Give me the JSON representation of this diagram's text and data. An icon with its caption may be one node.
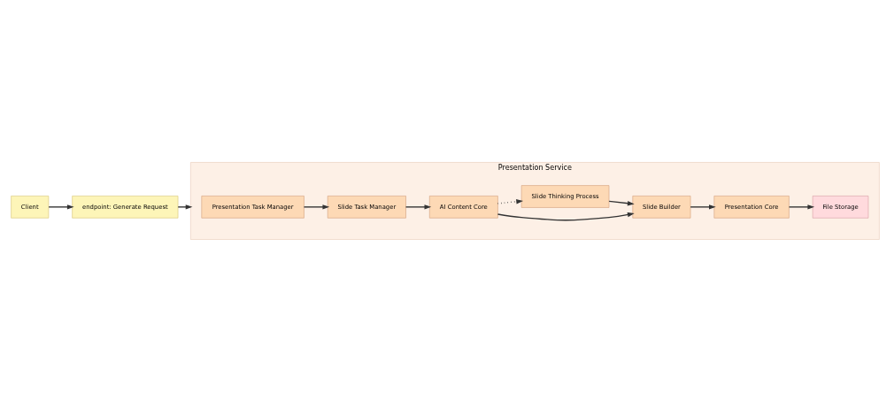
{
  "diagram": {
    "nodes": [
      {
        "text": [
          "Client"
        ]
      },
      {
        "text": [
          "endpoint: Generate Request"
        ]
      },
      {
        "text": [
          "Presentation Service"
        ]
      },
      {
        "text": [
          "Presentation Task Manager"
        ],
        "in": 2
      },
      {
        "text": [
          "Slide Task Manager"
        ],
        "in": 2
      },
      {
        "text": [
          "AI Content Core"
        ],
        "in": 2
      },
      {
        "text": [
          "Slide Builder"
        ],
        "in": 2
      },
      {
        "text": [
          "Presentation Core"
        ],
        "in": 2
      },
      {
        "text": [
          "File Storage"
        ],
        "in": 2
      },
      {
        "text": [
          "Slide Thinking Process"
        ],
        "in": 2
      }
    ],
    "edges": [
      {
        "from": 0,
        "to": 1,
        "arrow": "to"
      },
      {
        "from": 1,
        "to": 2,
        "arrow": "to"
      },
      {
        "from": 3,
        "to": 4,
        "arrow": "to"
      },
      {
        "from": 4,
        "to": 5,
        "arrow": "to"
      },
      {
        "from": 5,
        "to": 6,
        "arrow": "to"
      },
      {
        "from": 6,
        "to": 7,
        "arrow": "to"
      },
      {
        "from": 7,
        "to": 8,
        "arrow": "to"
      },
      {
        "from": 5,
        "to": 9,
        "arrow": "to",
        "style": "dashed"
      },
      {
        "from": 9,
        "to": 6,
        "arrow": "to"
      }
    ]
  }
}
